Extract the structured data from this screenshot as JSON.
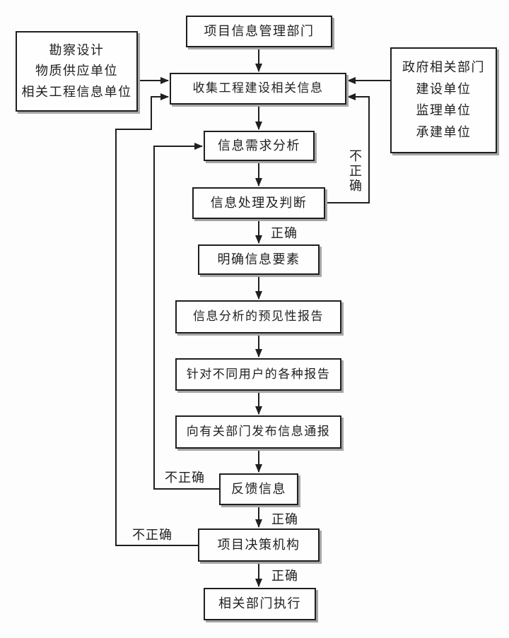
{
  "diagram": {
    "colors": {
      "background": "#fdfdfd",
      "line": "#1f1f1f",
      "box_border": "#1f1f1f",
      "box_shadow": "#a6a6a6"
    },
    "nodes": {
      "info_dept": {
        "label": "项目信息管理部门"
      },
      "left_sources": {
        "lines": [
          "勘察设计",
          "物质供应单位",
          "相关工程信息单位"
        ]
      },
      "right_sources": {
        "lines": [
          "政府相关部门",
          "建设单位",
          "监理单位",
          "承建单位"
        ]
      },
      "collect": {
        "label": "收集工程建设相关信息"
      },
      "demand": {
        "label": "信息需求分析"
      },
      "process": {
        "label": "信息处理及判断"
      },
      "clarify": {
        "label": "明确信息要素"
      },
      "predict": {
        "label": "信息分析的预见性报告"
      },
      "reports": {
        "label": "针对不同用户的各种报告"
      },
      "publish": {
        "label": "向有关部门发布信息通报"
      },
      "feedback": {
        "label": "反馈信息"
      },
      "decision": {
        "label": "项目决策机构"
      },
      "execute": {
        "label": "相关部门执行"
      }
    },
    "labels": {
      "correct_after_process": "正确",
      "correct_after_feedback": "正确",
      "correct_after_decision": "正确",
      "incorrect_process_loop": "不正确",
      "incorrect_feedback_loop": "不正确",
      "incorrect_decision_loop": "不正确"
    }
  }
}
